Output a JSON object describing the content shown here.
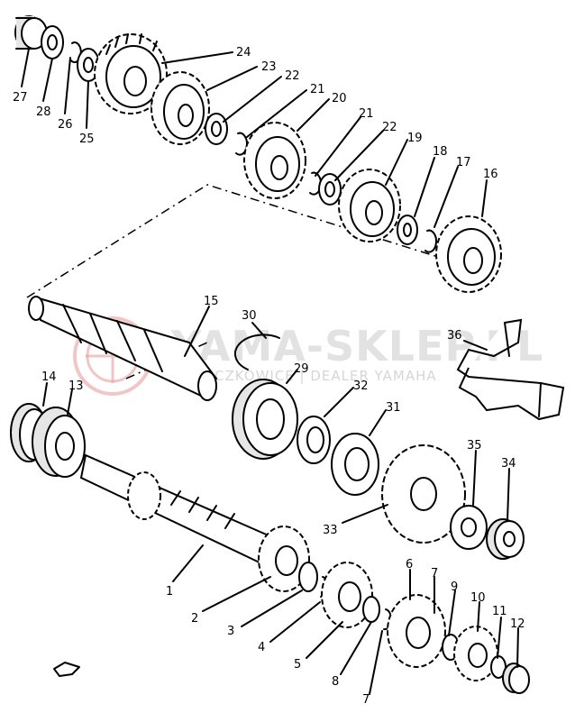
{
  "watermark": {
    "title": "YAMA-SKLEP.PL",
    "subtitle": "WOLCZKOWICE | DEALER YAMAHA",
    "color": "#d9d9d9",
    "logo_color": "#e7a0a0"
  },
  "part_labels": {
    "p1": "1",
    "p2": "2",
    "p3": "3",
    "p4": "4",
    "p5": "5",
    "p6": "6",
    "p7a": "7",
    "p7b": "7",
    "p8": "8",
    "p9": "9",
    "p10": "10",
    "p11": "11",
    "p12": "12",
    "p13": "13",
    "p14": "14",
    "p15": "15",
    "p16": "16",
    "p17": "17",
    "p18": "18",
    "p19": "19",
    "p20": "20",
    "p21a": "21",
    "p21b": "21",
    "p22a": "22",
    "p22b": "22",
    "p23": "23",
    "p24": "24",
    "p25": "25",
    "p26": "26",
    "p27": "27",
    "p28": "28",
    "p29": "29",
    "p30": "30",
    "p31": "31",
    "p32": "32",
    "p33": "33",
    "p34": "34",
    "p35": "35",
    "p36": "36"
  }
}
